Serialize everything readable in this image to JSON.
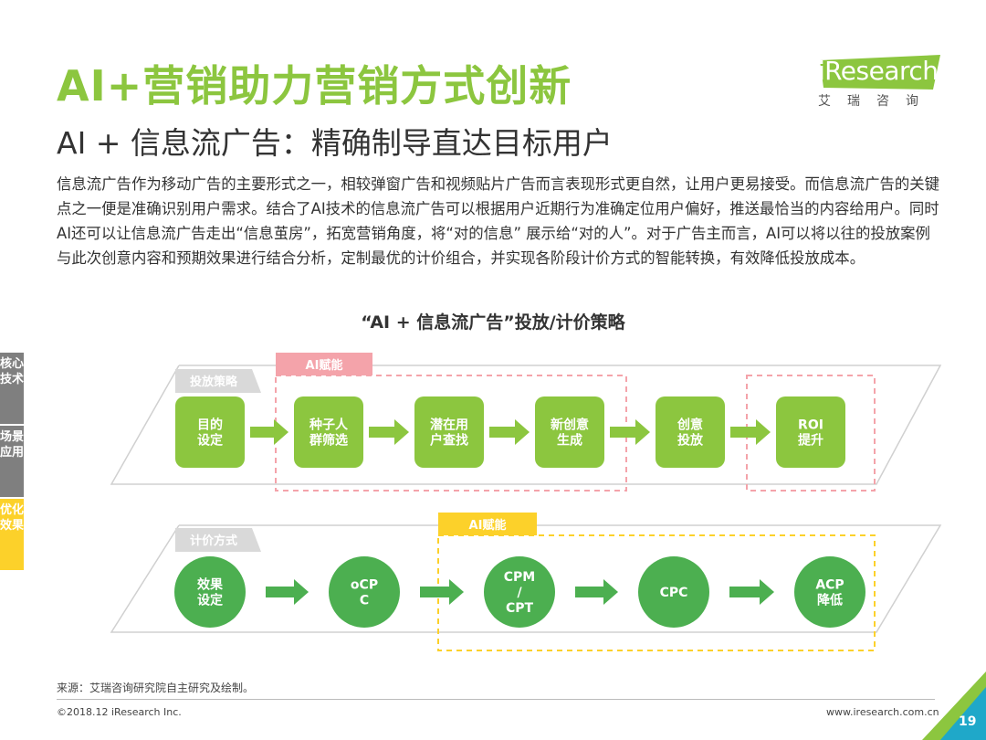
{
  "header": {
    "title": "AI+营销助力营销方式创新",
    "subtitle": "AI + 信息流广告：精确制导直达目标用户"
  },
  "logo": {
    "i": "i",
    "rest": "Research",
    "subtext": "艾瑞咨询"
  },
  "intro": "信息流广告作为移动广告的主要形式之一，相较弹窗广告和视频贴片广告而言表现形式更自然，让用户更易接受。而信息流广告的关键点之一便是准确识别用户需求。结合了AI技术的信息流广告可以根据用户近期行为准确定位用户偏好，推送最恰当的内容给用户。同时AI还可以让信息流广告走出“信息茧房”，拓宽营销角度，将“对的信息” 展示给“对的人”。对于广告主而言，AI可以将以往的投放案例与此次创意内容和预期效果进行结合分析，定制最优的计价组合，并实现各阶段计价方式的智能转换，有效降低投放成本。",
  "side_tabs": [
    {
      "label": "核心技术"
    },
    {
      "label": "场景应用"
    },
    {
      "label": "优化效果"
    }
  ],
  "diagram": {
    "title": "“AI + 信息流广告”投放/计价策略",
    "row1": {
      "tab": "投放策略",
      "ai_tag": "AI赋能",
      "nodes": [
        {
          "lines": [
            "目的",
            "设定"
          ]
        },
        {
          "lines": [
            "种子人",
            "群筛选"
          ]
        },
        {
          "lines": [
            "潜在用",
            "户查找"
          ]
        },
        {
          "lines": [
            "新创意",
            "生成"
          ]
        },
        {
          "lines": [
            "创意",
            "投放"
          ]
        },
        {
          "lines": [
            "ROI",
            "提升"
          ]
        }
      ]
    },
    "row2": {
      "tab": "计价方式",
      "ai_tag": "AI赋能",
      "nodes": [
        {
          "lines": [
            "效果",
            "设定"
          ]
        },
        {
          "lines": [
            "oCP",
            "C"
          ]
        },
        {
          "lines": [
            "CPM",
            "/",
            "CPT"
          ]
        },
        {
          "lines": [
            "CPC"
          ]
        },
        {
          "lines": [
            "ACP",
            "降低"
          ]
        }
      ]
    }
  },
  "footer": {
    "source": "来源：艾瑞咨询研究院自主研究及绘制。",
    "copyright": "©2018.12 iResearch Inc.",
    "website": "www.iresearch.com.cn",
    "page": "19"
  },
  "colors": {
    "green": "#8cc63f",
    "dark_green": "#4caf50",
    "pink": "#f4a3aa",
    "yellow": "#fcd12a",
    "gray_tab": "#d9d9d9"
  }
}
